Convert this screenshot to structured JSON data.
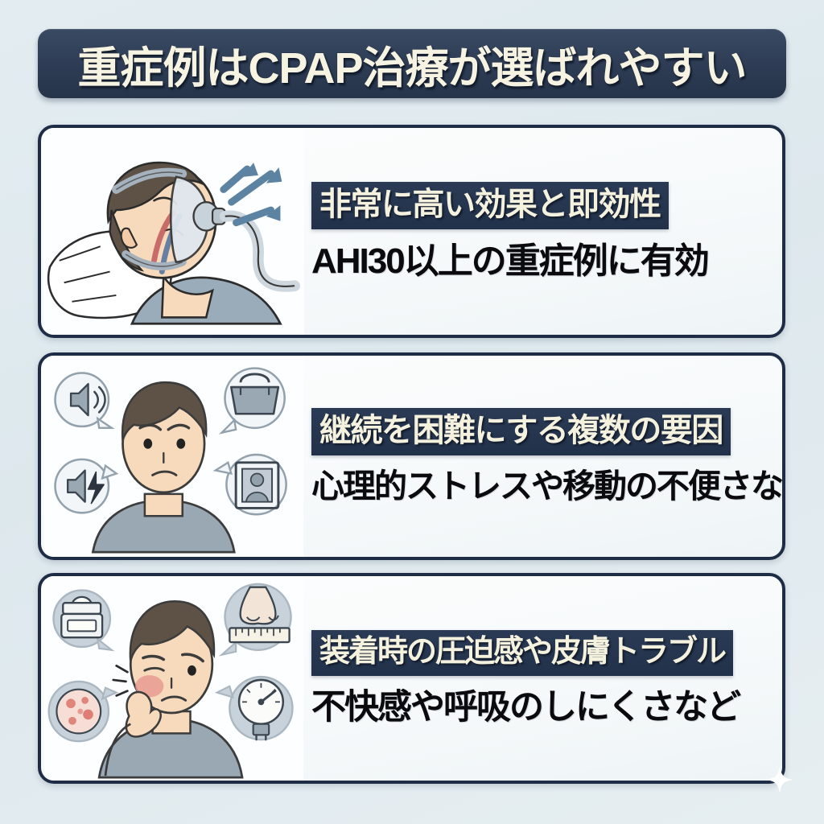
{
  "theme": {
    "background": "#e2ecf0",
    "banner_navy": "#2d3c54",
    "band_navy": "#22314a",
    "title_cream": "#f7f3e2",
    "sub_black": "#0b0b0d",
    "card_white": "#fbfdfe",
    "card_border": "#1e2d45",
    "icon_gray": "#93a1ac",
    "skin": "#f7d9bb",
    "hair": "#5e5246",
    "shirt": "#9aa8b4",
    "arrow_blue": "#5d83a3",
    "rash_red": "#e99a92"
  },
  "header": {
    "title": "重症例はCPAP治療が選ばれやすい"
  },
  "cards": [
    {
      "id": "card-1",
      "illustration_name": "cpap-sleeping-patient-illustration",
      "illustration_alt": "マスクを装着して就寝する人とエアフローの矢印",
      "heading": "非常に高い効果と即効性",
      "subtitle": "AHI30以上の重症例に有効",
      "icons": []
    },
    {
      "id": "card-2",
      "illustration_name": "worried-man-obstacles-illustration",
      "illustration_alt": "困った表情の男性と複数の吹き出しアイコン",
      "heading": "継続を困難にする複数の要因",
      "subtitle": "心理的ストレスや移動の不便さなど",
      "icons": [
        "speaker-icon",
        "handbag-icon",
        "speaker-bolt-icon",
        "portrait-frame-icon"
      ]
    },
    {
      "id": "card-3",
      "illustration_name": "skin-irritation-man-illustration",
      "illustration_alt": "頬の赤みを気にする男性と関連アイコン",
      "heading": "装着時の圧迫感や皮膚トラブル",
      "subtitle": "不快感や呼吸のしにくさなど",
      "icons": [
        "cream-jar-icon",
        "nose-ruler-icon",
        "skin-rash-icon",
        "pressure-gauge-icon"
      ]
    }
  ],
  "decoration": {
    "sparkle_name": "sparkle-icon"
  }
}
